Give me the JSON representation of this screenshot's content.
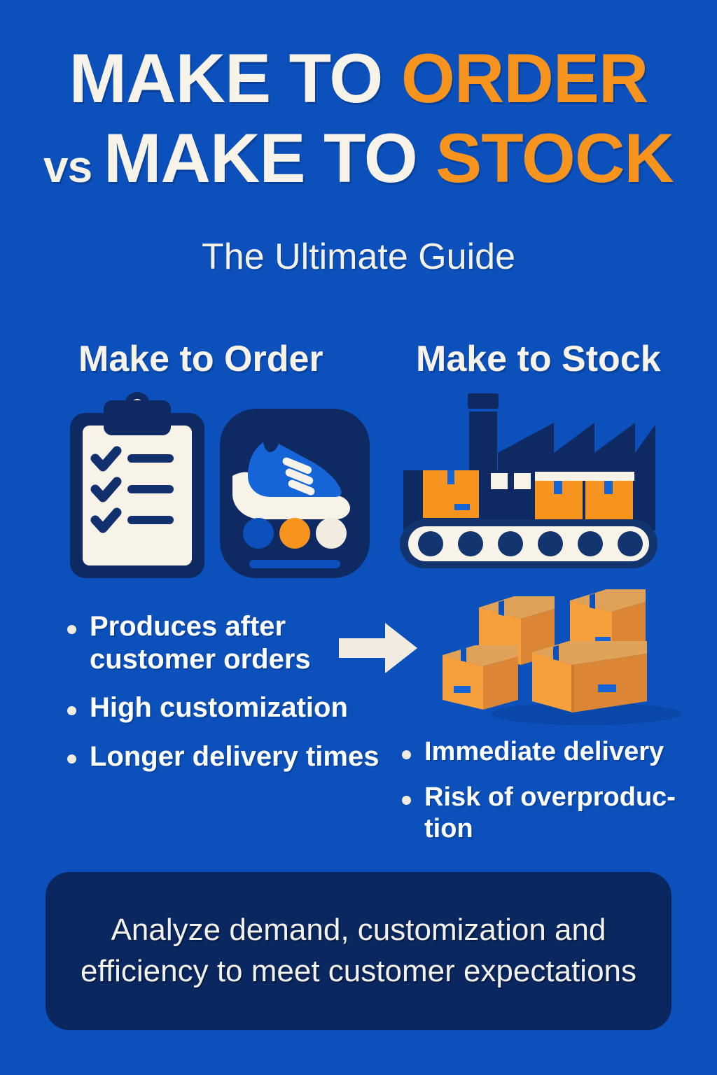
{
  "theme": {
    "background": "#0b50bb",
    "cream": "#f7f3e8",
    "orange": "#f7941e",
    "navy": "#0a2760",
    "box_orange": "#f5a03c",
    "white": "#ffffff"
  },
  "title": {
    "line1_plain": "MAKE TO ",
    "line1_accent": "ORDER",
    "line2_vs": "vs ",
    "line2_plain": "MAKE TO ",
    "line2_accent": "STOCK"
  },
  "subtitle": "The Ultimate Guide",
  "columns": {
    "left": {
      "heading": "Make to Order",
      "bullets": [
        "Produces after customer orders",
        "High customization",
        "Longer delivery times"
      ],
      "icons": [
        {
          "name": "clipboard-checklist-icon",
          "label": "Clipboard with checklist"
        },
        {
          "name": "sneaker-customization-icon",
          "label": "Customizable sneaker with color swatches"
        }
      ],
      "swatches": [
        "#0b50bb",
        "#f7941e",
        "#f2ece0"
      ]
    },
    "right": {
      "heading": "Make to Stock",
      "bullets": [
        "Immediate delivery",
        "Risk of overproduc-",
        "tion"
      ],
      "bullets_display": [
        "Immediate delivery",
        "Risk of overproduc- tion"
      ],
      "icons": [
        {
          "name": "factory-conveyor-icon",
          "label": "Factory with conveyor belt and boxes"
        },
        {
          "name": "stacked-boxes-icon",
          "label": "Stack of four cardboard boxes"
        }
      ]
    }
  },
  "flow_arrow": {
    "name": "right-arrow-icon",
    "direction": "right"
  },
  "banner": {
    "text": "Analyze demand, customization and efficiency to meet customer expectations"
  }
}
